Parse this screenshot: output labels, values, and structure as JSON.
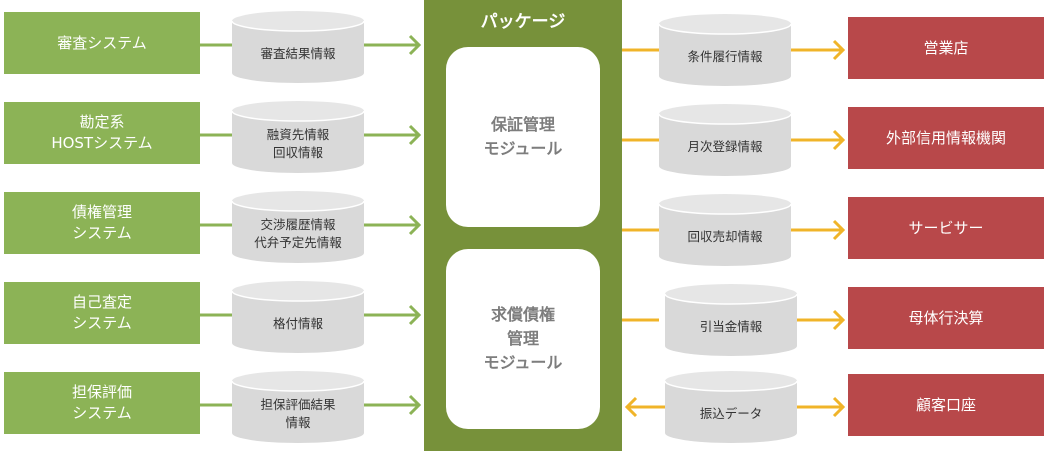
{
  "package": {
    "title": "パッケージ",
    "modules": [
      {
        "label": "保証管理\nモジュール"
      },
      {
        "label": "求償債権\n管理\nモジュール"
      }
    ]
  },
  "sources": [
    {
      "label": "審査システム"
    },
    {
      "label": "勘定系\nHOSTシステム"
    },
    {
      "label": "債権管理\nシステム"
    },
    {
      "label": "自己査定\nシステム"
    },
    {
      "label": "担保評価\nシステム"
    }
  ],
  "inputs": [
    {
      "label": "審査結果情報"
    },
    {
      "label": "融資先情報\n回収情報"
    },
    {
      "label": "交渉履歴情報\n代弁予定先情報"
    },
    {
      "label": "格付情報"
    },
    {
      "label": "担保評価結果\n情報"
    }
  ],
  "outputs": [
    {
      "label": "条件履行情報"
    },
    {
      "label": "月次登録情報"
    },
    {
      "label": "回収売却情報"
    },
    {
      "label": "引当金情報"
    },
    {
      "label": "振込データ"
    }
  ],
  "destinations": [
    {
      "label": "営業店"
    },
    {
      "label": "外部信用情報機関"
    },
    {
      "label": "サービサー"
    },
    {
      "label": "母体行決算"
    },
    {
      "label": "顧客口座"
    }
  ],
  "colors": {
    "source_box": "#8cb356",
    "destination_box": "#b8484a",
    "package": "#77913a",
    "cylinder": "#d9d9d9",
    "green_arrow": "#8cb356",
    "orange_arrow": "#f0b429"
  }
}
